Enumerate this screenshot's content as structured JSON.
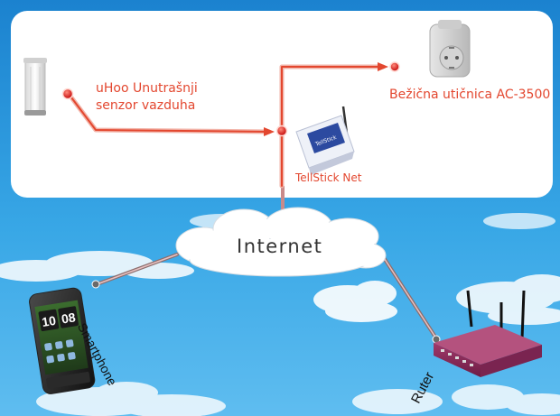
{
  "nodes": {
    "sensor": {
      "label_line1": "uHoo Unutrašnji",
      "label_line2": "senzor vazduha"
    },
    "socket": {
      "label": "Bežična utičnica AC-3500"
    },
    "tellstick": {
      "label": "TellStick Net",
      "device_text": "TellStick"
    },
    "internet": {
      "label": "Internet"
    },
    "smartphone": {
      "label": "Smartphone",
      "clock_hours": "10",
      "clock_minutes": "08"
    },
    "router": {
      "label": "Ruter"
    }
  },
  "colors": {
    "sky": "#2f9fe0",
    "panel": "#ffffff",
    "link": "#e3472f",
    "dot": "#e01b1b",
    "label_red": "#e3472f"
  }
}
